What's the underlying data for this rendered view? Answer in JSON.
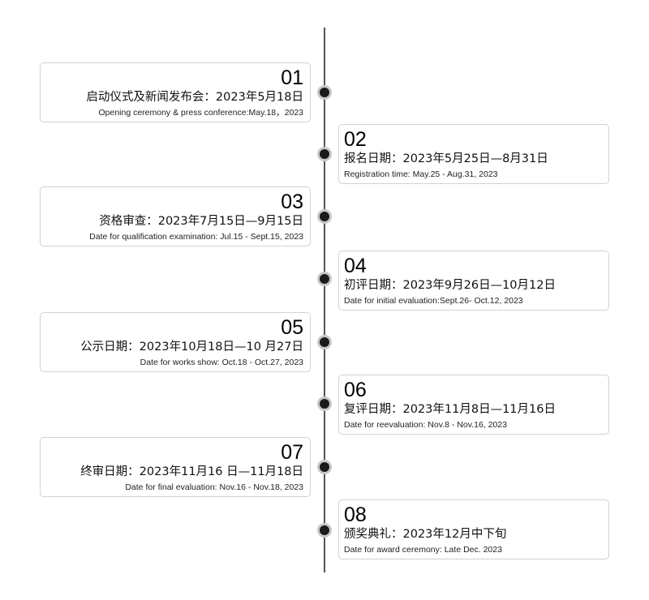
{
  "timeline": {
    "items": [
      {
        "number": "01",
        "zh": "启动仪式及新闻发布会：2023年5月18日",
        "en": "Opening ceremony & press conference:May.18，2023"
      },
      {
        "number": "02",
        "zh": "报名日期：2023年5月25日—8月31日",
        "en": "Registration time: May.25 - Aug.31, 2023"
      },
      {
        "number": "03",
        "zh": "资格审查：2023年7月15日—9月15日",
        "en": "Date for qualification examination: Jul.15 - Sept.15, 2023"
      },
      {
        "number": "04",
        "zh": "初评日期：2023年9月26日—10月12日",
        "en": "Date for initial evaluation:Sept.26- Oct.12, 2023"
      },
      {
        "number": "05",
        "zh": "公示日期：2023年10月18日—10 月27日",
        "en": "Date for works show: Oct.18 - Oct.27, 2023"
      },
      {
        "number": "06",
        "zh": "复评日期：2023年11月8日—11月16日",
        "en": "Date for reevaluation: Nov.8 - Nov.16, 2023"
      },
      {
        "number": "07",
        "zh": "终审日期：2023年11月16 日—11月18日",
        "en": "Date for final evaluation: Nov.16 - Nov.18, 2023"
      },
      {
        "number": "08",
        "zh": "颁奖典礼：2023年12月中下旬",
        "en": "Date for award ceremony: Late Dec. 2023"
      }
    ]
  }
}
